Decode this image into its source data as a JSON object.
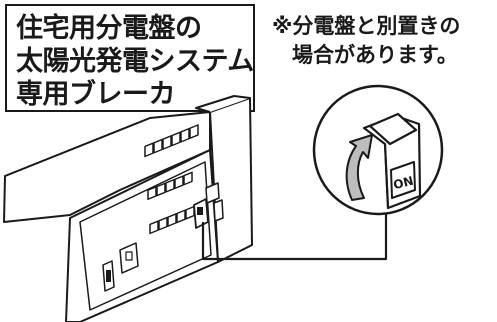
{
  "title": {
    "lines": [
      "住宅用分電盤の",
      "太陽光発電システム",
      "専用ブレーカ"
    ]
  },
  "note": {
    "lines": [
      "※分電盤と別置きの",
      "場合があります。"
    ]
  },
  "switch": {
    "label": "ON"
  }
}
